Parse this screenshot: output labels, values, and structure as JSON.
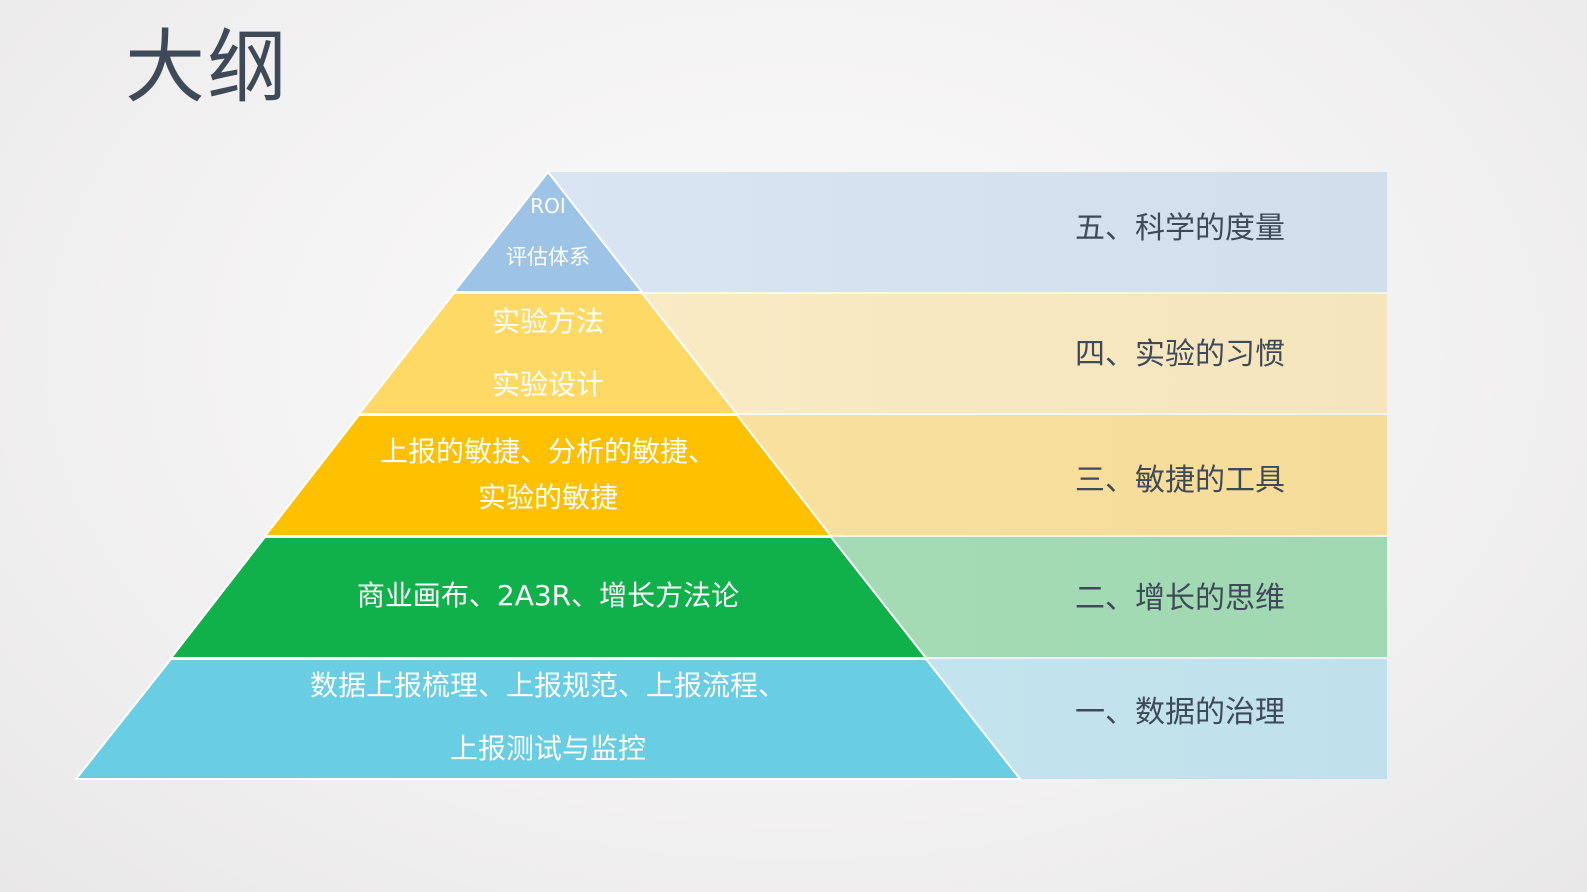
{
  "title": "大纲",
  "pyramid": {
    "tiers": [
      {
        "level": 5,
        "lines": [
          "ROI",
          "评估体系"
        ],
        "color": "#9dc3e6"
      },
      {
        "level": 4,
        "lines": [
          "实验方法",
          "实验设计"
        ],
        "color": "#ffd966"
      },
      {
        "level": 3,
        "lines": [
          "上报的敏捷、分析的敏捷、",
          "实验的敏捷"
        ],
        "color": "#ffc000"
      },
      {
        "level": 2,
        "lines": [
          "商业画布、2A3R、增长方法论"
        ],
        "color": "#10b14b"
      },
      {
        "level": 1,
        "lines": [
          "数据上报梳理、上报规范、上报流程、",
          "上报测试与监控"
        ],
        "color": "#69cde4"
      }
    ]
  },
  "bands": [
    {
      "label": "五、科学的度量",
      "color": "#d4e1f0"
    },
    {
      "label": "四、实验的习惯",
      "color": "#f9e9c2"
    },
    {
      "label": "三、敏捷的工具",
      "color": "#f8e09c"
    },
    {
      "label": "二、增长的思维",
      "color": "#a4dcb5"
    },
    {
      "label": "一、数据的治理",
      "color": "#c3e4ee"
    }
  ]
}
